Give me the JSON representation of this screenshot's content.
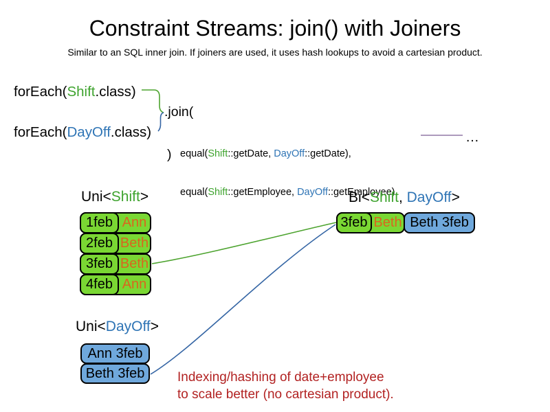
{
  "slide": {
    "title": "Constraint Streams: join() with Joiners",
    "subtitle": "Similar to an SQL inner join. If joiners are used, it uses hash lookups to avoid a cartesian product."
  },
  "code": {
    "foreach_shift": {
      "pre": "forEach(",
      "cls": "Shift",
      "post": ".class)"
    },
    "foreach_dayoff": {
      "pre": "forEach(",
      "cls": "DayOff",
      "post": ".class)"
    },
    "join_open": ".join(",
    "joiners": [
      {
        "pre": "equal(",
        "shift_cls": "Shift",
        "mid": "::getDate, ",
        "dayoff_cls": "DayOff",
        "post": "::getDate),"
      },
      {
        "pre": "equal(",
        "shift_cls": "Shift",
        "mid": "::getEmployee, ",
        "dayoff_cls": "DayOff",
        "post": "::getEmployee)"
      }
    ],
    "join_close": ")",
    "ellipsis": "…"
  },
  "uni_shift": {
    "label": {
      "pre": "Uni<",
      "type": "Shift",
      "post": ">"
    },
    "rows": [
      {
        "date": "1feb",
        "employee": "Ann"
      },
      {
        "date": "2feb",
        "employee": "Beth"
      },
      {
        "date": "3feb",
        "employee": "Beth"
      },
      {
        "date": "4feb",
        "employee": "Ann"
      }
    ]
  },
  "bi": {
    "label": {
      "pre": "Bi<",
      "type1": "Shift",
      "sep": ", ",
      "type2": "DayOff",
      "post": ">"
    },
    "row": {
      "date": "3feb",
      "employee": "Beth",
      "dayoff": "Beth 3feb"
    }
  },
  "uni_dayoff": {
    "label": {
      "pre": "Uni<",
      "type": "DayOff",
      "post": ">"
    },
    "rows": [
      {
        "text": "Ann 3feb"
      },
      {
        "text": "Beth 3feb"
      }
    ]
  },
  "annotation": {
    "lines": [
      "Indexing/hashing of date+employee",
      "to scale better (no cartesian product)."
    ]
  },
  "colors": {
    "shift-green": "#3ea32e",
    "dayoff-blue": "#2e74b5",
    "employee-orange": "#d9661e",
    "green-fill": "#7ad733",
    "blue-fill": "#6fa8dc",
    "annotation-red": "#b22222",
    "purple-line": "#7a5c94",
    "connector-green": "#4ca32e",
    "connector-blue": "#3465a4"
  }
}
